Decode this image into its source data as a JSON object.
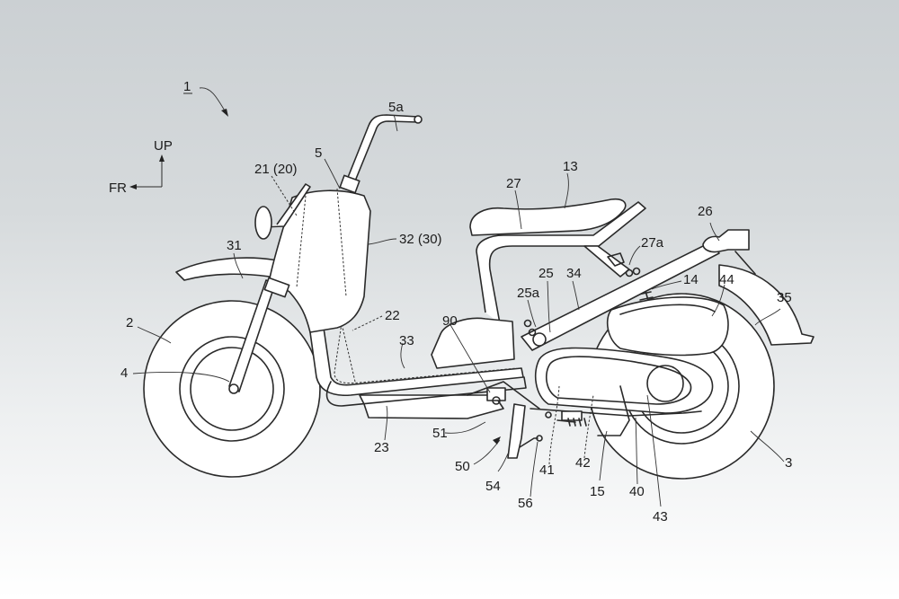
{
  "figure": {
    "reference_numeral": "1",
    "direction_indicator": {
      "up_label": "UP",
      "front_label": "FR"
    }
  },
  "labels": {
    "l5a": "5a",
    "l5": "5",
    "l21": "21 (20)",
    "l32": "32 (30)",
    "l31": "31",
    "l2": "2",
    "l4": "4",
    "l22": "22",
    "l33": "33",
    "l23": "23",
    "l90": "90",
    "l51": "51",
    "l50": "50",
    "l54": "54",
    "l56": "56",
    "l41": "41",
    "l42": "42",
    "l15": "15",
    "l40": "40",
    "l43": "43",
    "l3": "3",
    "l35": "35",
    "l44": "44",
    "l14": "14",
    "l26": "26",
    "l27a": "27a",
    "l13": "13",
    "l27": "27",
    "l25": "25",
    "l25a": "25a",
    "l34": "34"
  },
  "colors": {
    "line": "#2a2a2a",
    "fill": "#ffffff",
    "bg_top": "#cbd0d3",
    "bg_bottom": "#ffffff"
  }
}
